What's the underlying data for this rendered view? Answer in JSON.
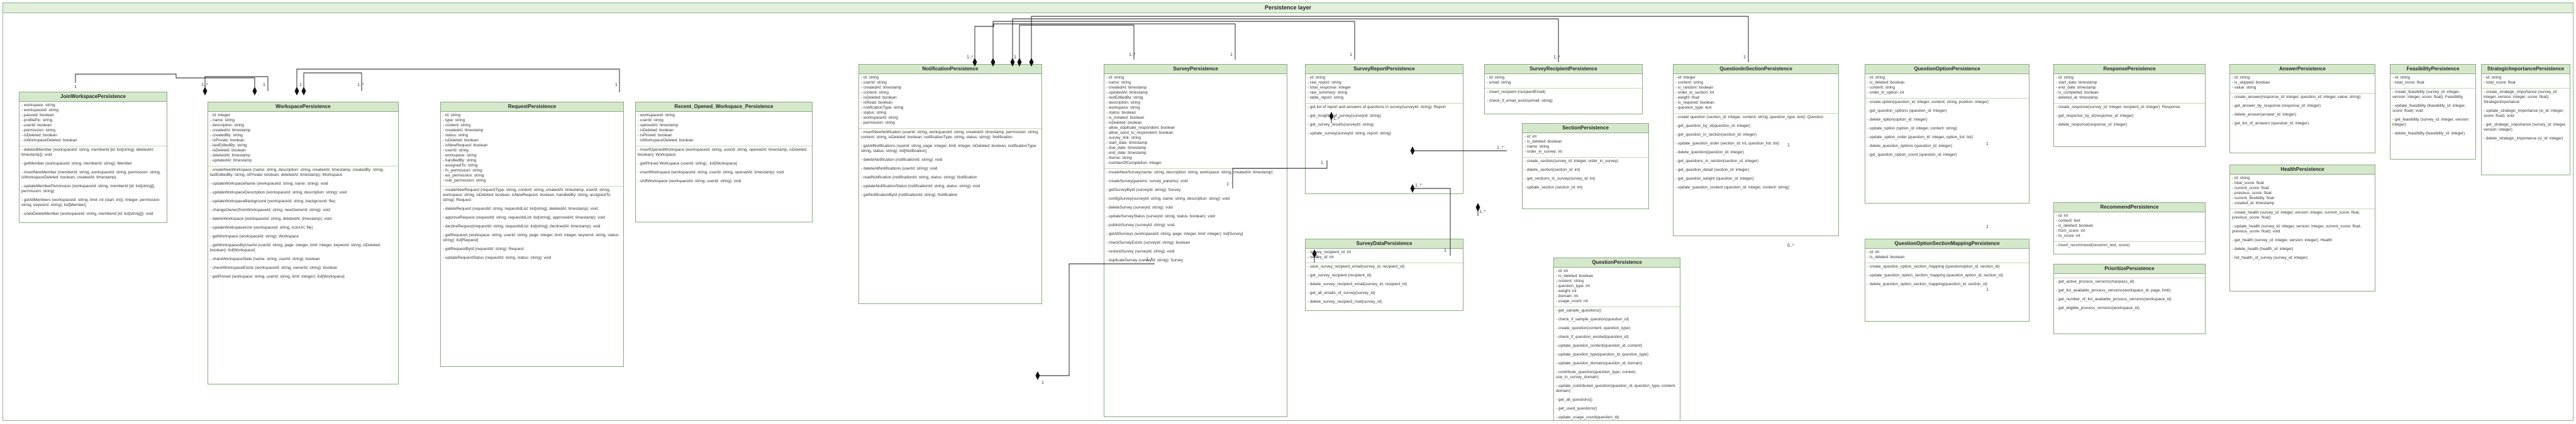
{
  "package": {
    "title": "Persistence layer"
  },
  "classes": [
    {
      "id": "JoinWorkspacePersistence",
      "name": "JoinWorkspacePersistence",
      "attributes": [
        "- workspace: string",
        "- workspaceId: string",
        "- passwd: boolean",
        "- profilePic: string",
        "- userId: boolean",
        "- permission: string",
        "- isDeleted: boolean",
        "- isWorkspaceDeleted: boolean"
      ],
      "operations": [
        "- deletedMember (workspaceId: string, memberId [id: list[string], deletedAt: timestamp]): void",
        "- getMember (workspaceId: string, memberId: string): Member",
        "- insertNewMember (memberId: string, workspaceId: string, permission: string, isWorkspaceDeleted: boolean, createdAt: timestamp)",
        "- updateMemberPermission (workspaceId: string, memberId [id: list[string]], permission: string)",
        "- getAllMembers (workspaceId: string, limit: int (start: int)): Integer, permission: string, keyword: string): list[Member]",
        "- undoDeleteMember (workspaceId: string, memberId [id: list[string]]): void"
      ]
    },
    {
      "id": "WorkspacePersistence",
      "name": "WorkspacePersistence",
      "attributes": [
        "- id: integer",
        "- name: string",
        "- description: string",
        "- createdAt: timestamp",
        "- createdBy: string",
        "- isPrivate: boolean",
        "- lastEditedBy: string",
        "- isDeleted: boolean",
        "- deletedAt: timestamp",
        "- updatedAt: timestamp"
      ],
      "operations": [
        "- createNewWorkspace (name: string, description: string, createdAt: timestamp, createdBy: string, lastEditedBy: string, isPrivate: boolean, deletedAt: timestamp): Workspace",
        "- updateWorkspaceName (workspaceId: string, name: string): void",
        "- updateWorkspaceDescription (workspaceId: string, description: string): void",
        "- updateWorkspaceBackground (workspaceId: string, background: file)",
        "- changeOwner(fromWorkspaceId: string, newOwnerId: string): void",
        "- deleteWorkspace (workspaceId: string, deletedAt: timestamp): void",
        "- updateWorkspaceIcon (workspaceId: string, iconUrl: file)",
        "- getWorkspace (workspaceId: string): Workspace",
        "- getWorkspacesByUserId (userId: string, page: integer, limit: integer, keyword: string, isDeleted: boolean): list[Workspace]",
        "- shareWorkspaceState (name: string, userId: string): boolean",
        "- checkWorkspaceExists (workspaceId: string, ownerId: string): boolean",
        "- getPinned (workspace: string, userId: string, limit: integer): list[Workspace]"
      ]
    },
    {
      "id": "RequestPersistence",
      "name": "RequestPersistence",
      "attributes": [
        "- id: string",
        "- type: string",
        "- content: string",
        "- createdAt: timestamp",
        "- status: string",
        "- isDeleted: boolean",
        "- isNewRequest: boolean",
        "- userId: string",
        "- workspace: string",
        "- handledBy: string",
        "- assignedTo: string",
        "- fn_permission: string",
        "- ws_permission: string",
        "- role_permission: string"
      ],
      "operations": [
        "- createNewRequest (requestType: string, content: string, createdAt: timestamp, userId: string, workspace: string, isDeleted: boolean, isNewRequest: boolean, handledBy: string, assignedTo: string): Request",
        "- deleteRequest (requestId: string, requestIdList: list[string], deletedAt: timestamp): void",
        "- approveRequest (requestId: string, requestIdList: list[string], approvedAt: timestamp): void",
        "- declineRequest(requestId: string, requestIdList: list[string], declinedAt: timestamp): void",
        "- getRequests (workspace: string, userId: string, page: integer, limit: integer, keyword: string, status: string): list[Request]",
        "- getRequestById (requestId: string): Request",
        "- updateRequestStatus (requestId: string, status: string): void"
      ]
    },
    {
      "id": "RecentOpenedWorkspacePersistence",
      "name": "Recent_Opened_Workspace_Persistence",
      "attributes": [
        "- workspaceId: string",
        "- userId: string",
        "- openedAt: timestamp",
        "- isDeleted: boolean",
        "- isPinned: boolean",
        "- isWorkspaceDeleted: boolean"
      ],
      "operations": [
        "- insertOpenedWorkspace (workspaceId: string, userId: string, openedAt: timestamp, isDeleted: boolean): Workspace",
        "- getPinned Workspace (userId: string) : list[Workspace]",
        "- insertWorkspace (workspaceId: string, userId: string, openedAt: timestamp): void",
        "- shiftWorkspace (workspaceId: string, userId: string): void"
      ]
    },
    {
      "id": "NotificationPersistence",
      "name": "NotificationPersistence",
      "attributes": [
        "- id: string",
        "- userId: string",
        "- createdAt: timestamp",
        "- content: string",
        "- isDeleted: boolean",
        "- isRead: boolean",
        "- notificationType: string",
        "- status: string",
        "- workspaceId: string",
        "- permission: string"
      ],
      "operations": [
        "- insertNewNotification (userId: string, workspaceId: string, createdAt: timestamp, permission: string, content: string, isDeleted: boolean, notificationType: string, status: string): Notification",
        "- getAllNotifications (userId: string, page: integer, limit: integer, isDeleted: boolean, notificationType: string, status: string): list[Notification]",
        "- deleteNotification (notificationId: string): void",
        "- deleteAllNotifications (userId: string): void",
        "- readNotification (notificationId: string, status: string): Notification",
        "- updateNotificationStatus (notificationId: string, status: string): void",
        "- getNotificationById (notificationId: string): Notification"
      ]
    },
    {
      "id": "SurveyPersistence",
      "name": "SurveyPersistence",
      "attributes": [
        "- id: string",
        "- name: string",
        "- createdAt: timestamp",
        "- updatedAt: timestamp",
        "- lastEditedBy: string",
        "- description: string",
        "- workspace: string",
        "- status: boolean",
        "- is_isolated: boolean",
        "- isDeleted: boolean",
        "- allow_duplicate_respondent: boolean",
        "- allow_send_to_respondent: boolean",
        "- survey_link: string",
        "- start_date: timestamp",
        "- due_date: timestamp",
        "- end_date: timestamp",
        "- theme: string",
        "- numberOfCompletion: integer"
      ],
      "operations": [
        "- createNewSurvey(name: string, description: string, workspace: string, createdAt: timestamp)",
        "- createSurvey(params: survey_params): void",
        "- getSurveyById (surveyId: string): Survey",
        "- configSurvey(surveyId: string, name: string, description: string): void",
        "- deleteSurvey (surveyId: string): void",
        "- updateSurveyStatus (surveyId: string, status: boolean): void",
        "- publishSurvey (surveyId: string): void",
        "- getAllSurveys (workspaceId: string, page: integer, limit: integer): list[Survey]",
        "- checkSurveyExists (surveyId: string): boolean",
        "- restoreSurvey (surveyId: string): void",
        "- duplicateSurvey (surveyId: string): Survey"
      ]
    },
    {
      "id": "SurveyReportPersistence",
      "name": "SurveyReportPersistence",
      "attributes": [
        "- id: string",
        "- raw_report: string",
        "- total_response: integer",
        "- raw_summary: string",
        "- table_report: string"
      ],
      "operations": [
        "- get list of report and answers of questions in survey(surveyId: string): Report",
        "- get_insights_of_survey(surveyId: string)",
        "- get_survey_results(surveyId: string)",
        "- update_survey(surveyId: string, report: string)"
      ]
    },
    {
      "id": "SurveyRecipientPersistence",
      "name": "SurveyRecipientPersistence",
      "attributes": [
        "- id: string",
        "- email: string"
      ],
      "operations": [
        "- insert_recipient (recipientEmail)",
        "- check_if_email_exists(email: string)"
      ]
    },
    {
      "id": "QuestionInSectionPersistence",
      "name": "QuestionInSectionPersistence",
      "attributes": [
        "- id: integer",
        "- content: string",
        "- is_random: boolean",
        "- order_in_section: int",
        "- weight: float",
        "- is_required: boolean",
        "- question_type: text"
      ],
      "operations": [
        "- create question (section_id: integer, content: string, question_type: text): Question",
        "- get_question_by_id(question_id: integer)",
        "- get_question_in_section(section_id: integer)",
        "- update_question_order (section_id: int, question_list: list)",
        "- delete_question(question_id: integer)",
        "- get_questions_in_section(section_id: integer)",
        "- get_question_detail (section_id: integer)",
        "- get_question_weight (question_id: integer)",
        "- update_question_content (question_id: integer, content: string)"
      ]
    },
    {
      "id": "QuestionOptionPersistence",
      "name": "QuestionOptionPersistence",
      "attributes": [
        "- id: string",
        "- is_deleted: boolean",
        "- content: string",
        "- order_in_option: int"
      ],
      "operations": [
        "- create option(question_id: integer, content: string, position: integer)",
        "- get_question_options (question_id: integer)",
        "- delete_option(option_id: integer)",
        "- update_option (option_id: integer, content: string)",
        "- update_option_order (question_id: integer, option_list: list)",
        "- delete_question_options (question_id: integer)",
        "- get_question_option_count (question_id: integer)"
      ]
    },
    {
      "id": "ResponsePersistence",
      "name": "ResponsePersistence",
      "attributes": [
        "- id: string",
        "- start_date: timestamp",
        "- end_date: timestamp",
        "- is_completed: boolean",
        "- deleted_at: timestamp"
      ],
      "operations": [
        "- create_response(survey_id: integer, recipient_id: integer): Response",
        "- get_response_by_id(response_id: integer)",
        "- delete_response(response_id: integer)"
      ]
    },
    {
      "id": "AnswerPersistence",
      "name": "AnswerPersistence",
      "attributes": [
        "- id: string",
        "- is_skipped: boolean",
        "- value: string"
      ],
      "operations": [
        "- create_answer(response_id: integer, question_id: integer, value: string)",
        "- get_answer_by_response (response_id: integer)",
        "- delete_answer(answer_id: integer)",
        "- get_list_of_answers (question_id: integer)"
      ]
    },
    {
      "id": "HealthPersistence",
      "name": "HealthPersistence",
      "attributes": [
        "- id: string",
        "- total_score: float",
        "- current_score: float",
        "- previous_score: float",
        "- current_flexibility: float",
        "- created_at: timestamp"
      ],
      "operations": [
        "- create_health (survey_id: integer, version: integer, current_score: float, previous_score: float)",
        "- update_health (survey_id: integer, version: integer, current_score: float, previous_score: float): void",
        "- get_health (survey_id: integer, version: integer): Health",
        "- delete_health (health_id: integer)",
        "- list_health_of_survey (survey_id: integer)"
      ]
    },
    {
      "id": "FeasibilityPersistence",
      "name": "FeasibilityPersistence",
      "attributes": [
        "- id: string",
        "- total_score: float"
      ],
      "operations": [
        "- create_feasibility (survey_id: integer, version: integer, score: float): Feasibility",
        "- update_feasibility (feasibility_id: integer, score: float): void",
        "- get_feasibility (survey_id: integer, version: integer)",
        "- delete_feasibility (feasibility_id: integer)"
      ]
    },
    {
      "id": "StrategicImportancePersistence",
      "name": "StrategicImportancePersistence",
      "attributes": [
        "- id: string",
        "- total_score: float"
      ],
      "operations": [
        "- create_strategic_importance (survey_id: integer, version: integer, score: float): StrategicImportance",
        "- update_strategic_importance (si_id: integer, score: float): void",
        "- get_strategic_importance (survey_id: integer, version: integer)",
        "- delete_strategic_importance (si_id: integer)"
      ]
    },
    {
      "id": "SectionPersistence",
      "name": "SectionPersistence",
      "attributes": [
        "- id: int",
        "- is_deleted: boolean",
        "- name: string",
        "- order_in_survey: int"
      ],
      "operations": [
        "- create_section(survey_id: integer, order_in_survey)",
        "- delete_section(section_id: int)",
        "- get_sections_in_survey(survey_id: int)",
        "- update_section (section_id: int)"
      ]
    },
    {
      "id": "SurveyDataPersistence",
      "name": "SurveyDataPersistence",
      "attributes": [
        "- survey_recipient_id: int",
        "- survey_id: int"
      ],
      "operations": [
        "- save_survey_recipient_email(survey_id, recipient_id)",
        "- get_survey_recipient (recipient_id)",
        "- delete_survey_recipient_email(survey_id, recipient_id)",
        "- get_all_emails_of_survey(survey_id)",
        "- delete_survey_recipient_mail(survey_id)"
      ]
    },
    {
      "id": "QuestionPersistence",
      "name": "QuestionPersistence",
      "attributes": [
        "- id: int",
        "- is_deleted: boolean",
        "- content: string",
        "- question_type: int",
        "- weight: int",
        "- domain: int",
        "- usage_count: int"
      ],
      "operations": [
        "- get_sample_questions()",
        "- check_if_sample_question(question_id)",
        "- create_question(content, question_type)",
        "- check_if_question_existed(question_id)",
        "- update_question_content(question_id, content)",
        "- update_question_type(question_id, question_type)",
        "- update_question_domain(question_id, domain)",
        "- contribute_question(question_type, content, use_in_survey_domain)",
        "- update_contributed_question(question_id, question_type, content, domain)",
        "- get_all_questions()",
        "- get_used_questions()",
        "- update_usage_count(question_id)"
      ]
    },
    {
      "id": "RecommendPersistence",
      "name": "RecommendPersistence",
      "attributes": [
        "- id: int",
        "- content: text",
        "- is_deleted: boolean",
        "- from_score: int",
        "- to_score: int"
      ],
      "operations": [
        "- insert_recommend(recomm_text, score)"
      ]
    },
    {
      "id": "PrioritizePersistence",
      "name": "PrioritizePersistence",
      "attributes": [],
      "operations": [
        "- get_active_process_versions(maxpass_id)",
        "- get_list_available_process_versions(workspace_id, page, limit)",
        "- get_number_of_list_available_process_versions(workspace_id)",
        "- get_eligible_process_versions(workspace_id)"
      ]
    },
    {
      "id": "QuestionOptionSectionMappingPersistence",
      "name": "QuestionOptionSectionMappingPersistence",
      "attributes": [
        "- id: int",
        "- is_deleted: boolean"
      ],
      "operations": [
        "- create_question_option_section_mapping (questionoption_id, section_id)",
        "- update_question_option_section_mapping (question_option_id, section_id)",
        "- delete_question_option_section_mapping(question_id, section_id)"
      ]
    }
  ],
  "multiplicities": [
    "1",
    "1..*",
    "1",
    "1",
    "1..*",
    "1",
    "1..*",
    "1",
    "1..*",
    "1",
    "1",
    "1..*",
    "1",
    "1..*",
    "1",
    "1",
    "1..*",
    "1..*",
    "1",
    "1..*",
    "1",
    "1..*",
    "1",
    "0..*",
    "1",
    "1",
    "1",
    "1"
  ]
}
